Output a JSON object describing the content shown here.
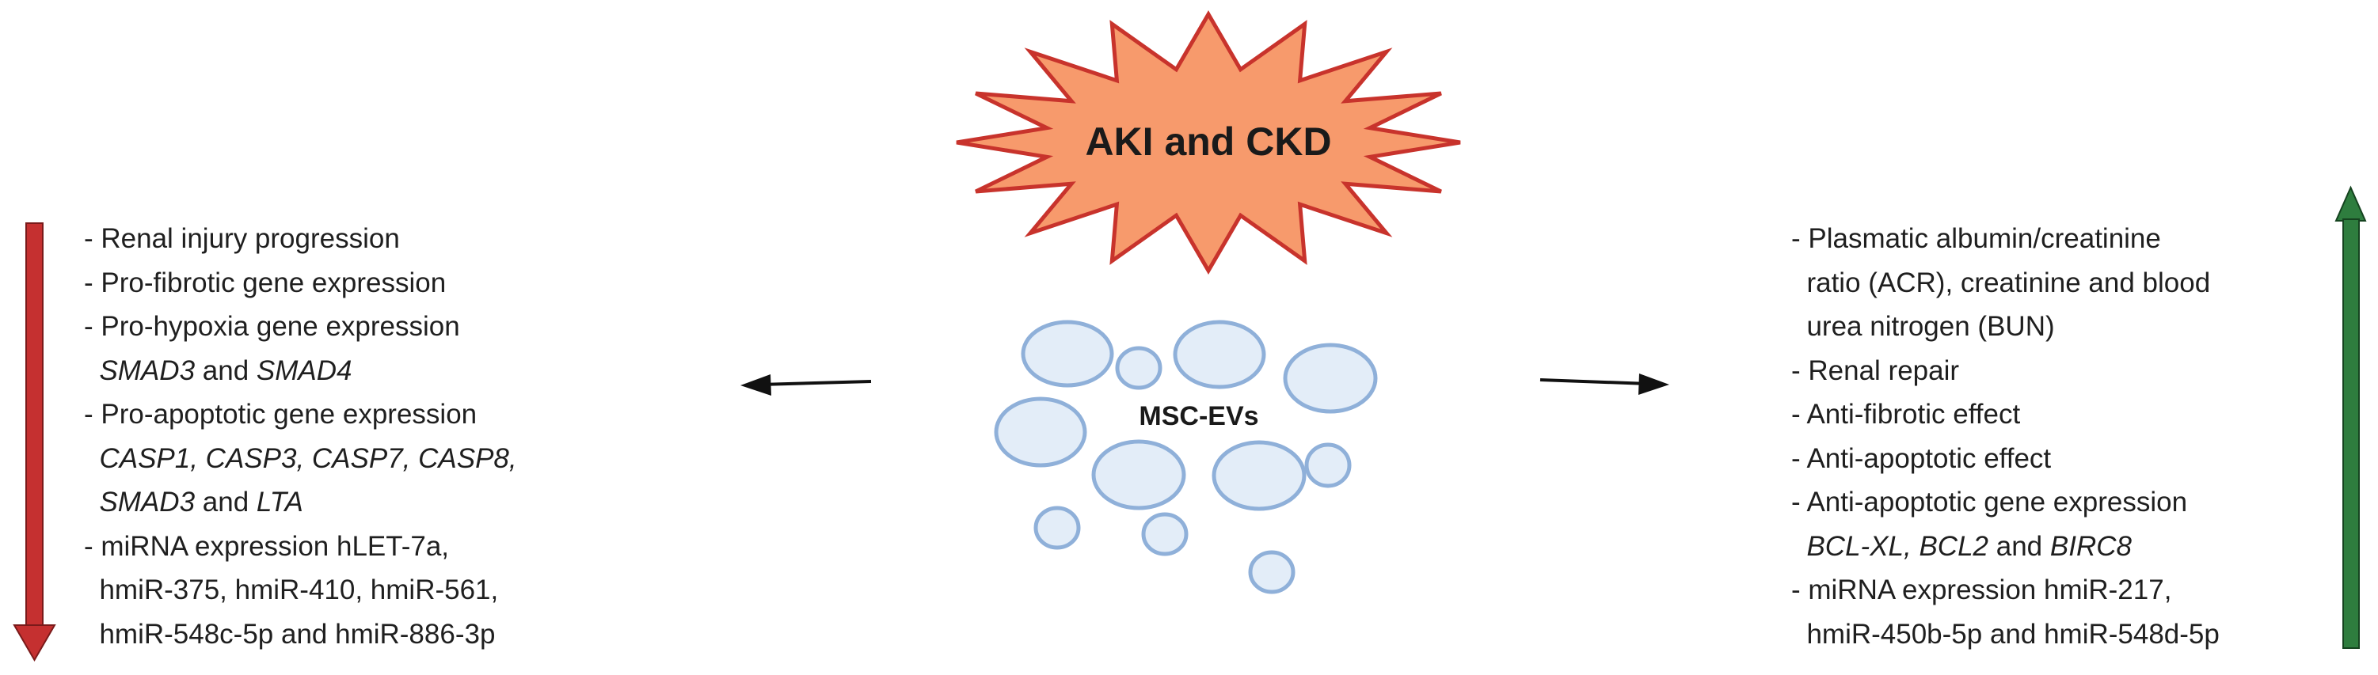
{
  "colors": {
    "burst_fill": "#f79a6c",
    "burst_stroke": "#c8332c",
    "vesicle_fill": "#e3edf8",
    "vesicle_stroke": "#8fb0d9",
    "down_arrow": "#c53030",
    "up_arrow": "#2e7d3e",
    "side_arrow": "#111111"
  },
  "burst": {
    "label": "AKI and CKD"
  },
  "vesicles": {
    "label": "MSC-EVs"
  },
  "left_list": [
    {
      "parts": [
        {
          "t": "- Renal injury progression"
        }
      ]
    },
    {
      "parts": [
        {
          "t": "- Pro-fibrotic gene expression"
        }
      ]
    },
    {
      "parts": [
        {
          "t": "- Pro-hypoxia gene expression"
        }
      ]
    },
    {
      "parts": [
        {
          "t": "  "
        },
        {
          "t": "SMAD3",
          "i": true
        },
        {
          "t": " and "
        },
        {
          "t": "SMAD4",
          "i": true
        }
      ]
    },
    {
      "parts": [
        {
          "t": "- Pro-apoptotic gene expression"
        }
      ]
    },
    {
      "parts": [
        {
          "t": "  "
        },
        {
          "t": "CASP1, CASP3, CASP7, CASP8,",
          "i": true
        }
      ]
    },
    {
      "parts": [
        {
          "t": "  "
        },
        {
          "t": "SMAD3",
          "i": true
        },
        {
          "t": " and "
        },
        {
          "t": "LTA",
          "i": true
        }
      ]
    },
    {
      "parts": [
        {
          "t": "- miRNA expression hLET-7a,"
        }
      ]
    },
    {
      "parts": [
        {
          "t": "  hmiR-375, hmiR-410, hmiR-561,"
        }
      ]
    },
    {
      "parts": [
        {
          "t": "  hmiR-548c-5p and hmiR-886-3p"
        }
      ]
    }
  ],
  "right_list": [
    {
      "parts": [
        {
          "t": "- Plasmatic albumin/creatinine"
        }
      ]
    },
    {
      "parts": [
        {
          "t": "  ratio (ACR), creatinine and blood"
        }
      ]
    },
    {
      "parts": [
        {
          "t": "  urea nitrogen (BUN)"
        }
      ]
    },
    {
      "parts": [
        {
          "t": "- Renal repair"
        }
      ]
    },
    {
      "parts": [
        {
          "t": "- Anti-fibrotic effect"
        }
      ]
    },
    {
      "parts": [
        {
          "t": "- Anti-apoptotic effect"
        }
      ]
    },
    {
      "parts": [
        {
          "t": "- Anti-apoptotic gene expression"
        }
      ]
    },
    {
      "parts": [
        {
          "t": "  "
        },
        {
          "t": "BCL-XL, BCL2",
          "i": true
        },
        {
          "t": " and "
        },
        {
          "t": "BIRC8",
          "i": true
        }
      ]
    },
    {
      "parts": [
        {
          "t": "- miRNA expression hmiR-217,"
        }
      ]
    },
    {
      "parts": [
        {
          "t": "  hmiR-450b-5p and hmiR-548d-5p"
        }
      ]
    }
  ]
}
